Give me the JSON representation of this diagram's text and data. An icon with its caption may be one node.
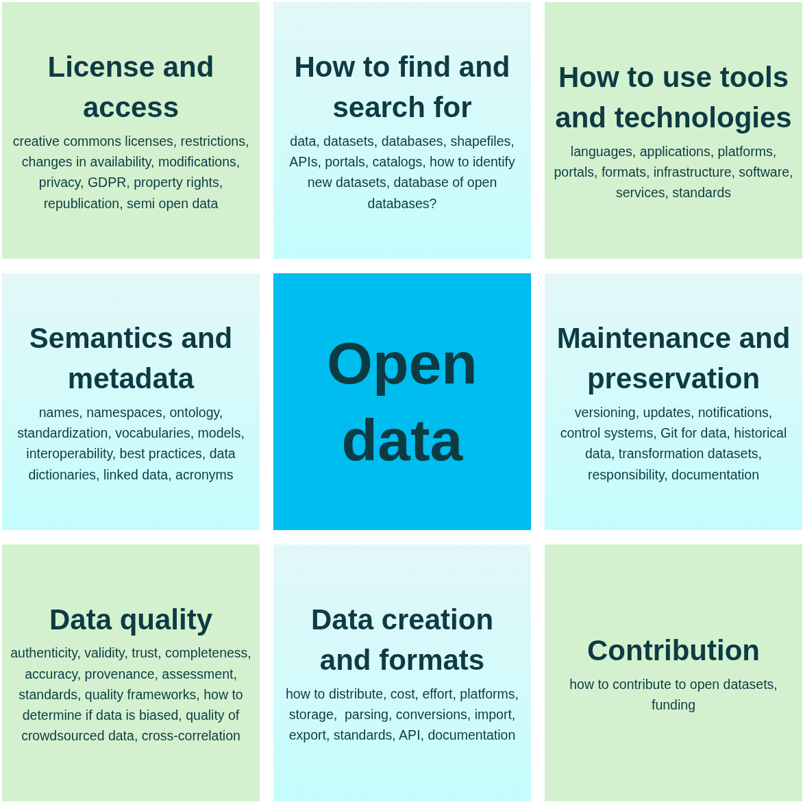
{
  "diagram": {
    "nodes": [
      {
        "text": [
          "License and access",
          "creative commons licenses, restrictions, changes in availability, modifications, privacy, GDPR, property rights, republication, semi open data"
        ]
      },
      {
        "text": [
          "How to find and search for",
          "data, datasets, databases, shapefiles, APIs, portals, catalogs, how to identify new datasets, database of open databases?"
        ]
      },
      {
        "text": [
          "How to use tools and technologies",
          "languages, applications, platforms, portals, formats, infrastructure, software, services, standards"
        ]
      },
      {
        "text": [
          "Semantics and metadata",
          "names, namespaces, ontology, standardization, vocabularies, models, interoperability, best practices, data dictionaries, linked data, acronyms"
        ]
      },
      {
        "text": [
          "Open data"
        ]
      },
      {
        "text": [
          "Maintenance and preservation",
          "versioning, updates, notifications, control systems, Git for data, historical data, transformation datasets, responsibility, documentation"
        ]
      },
      {
        "text": [
          "Data quality",
          "authenticity, validity, trust, completeness, accuracy, provenance, assessment, standards, quality frameworks, how to determine if data is biased, quality of crowdsourced data, cross-correlation"
        ]
      },
      {
        "text": [
          "Data creation and formats",
          "how to distribute, cost, effort, platforms, storage,  parsing, conversions, import, export, standards, API, documentation"
        ]
      },
      {
        "text": [
          "Contribution",
          "how to contribute to open datasets, funding"
        ]
      }
    ]
  }
}
